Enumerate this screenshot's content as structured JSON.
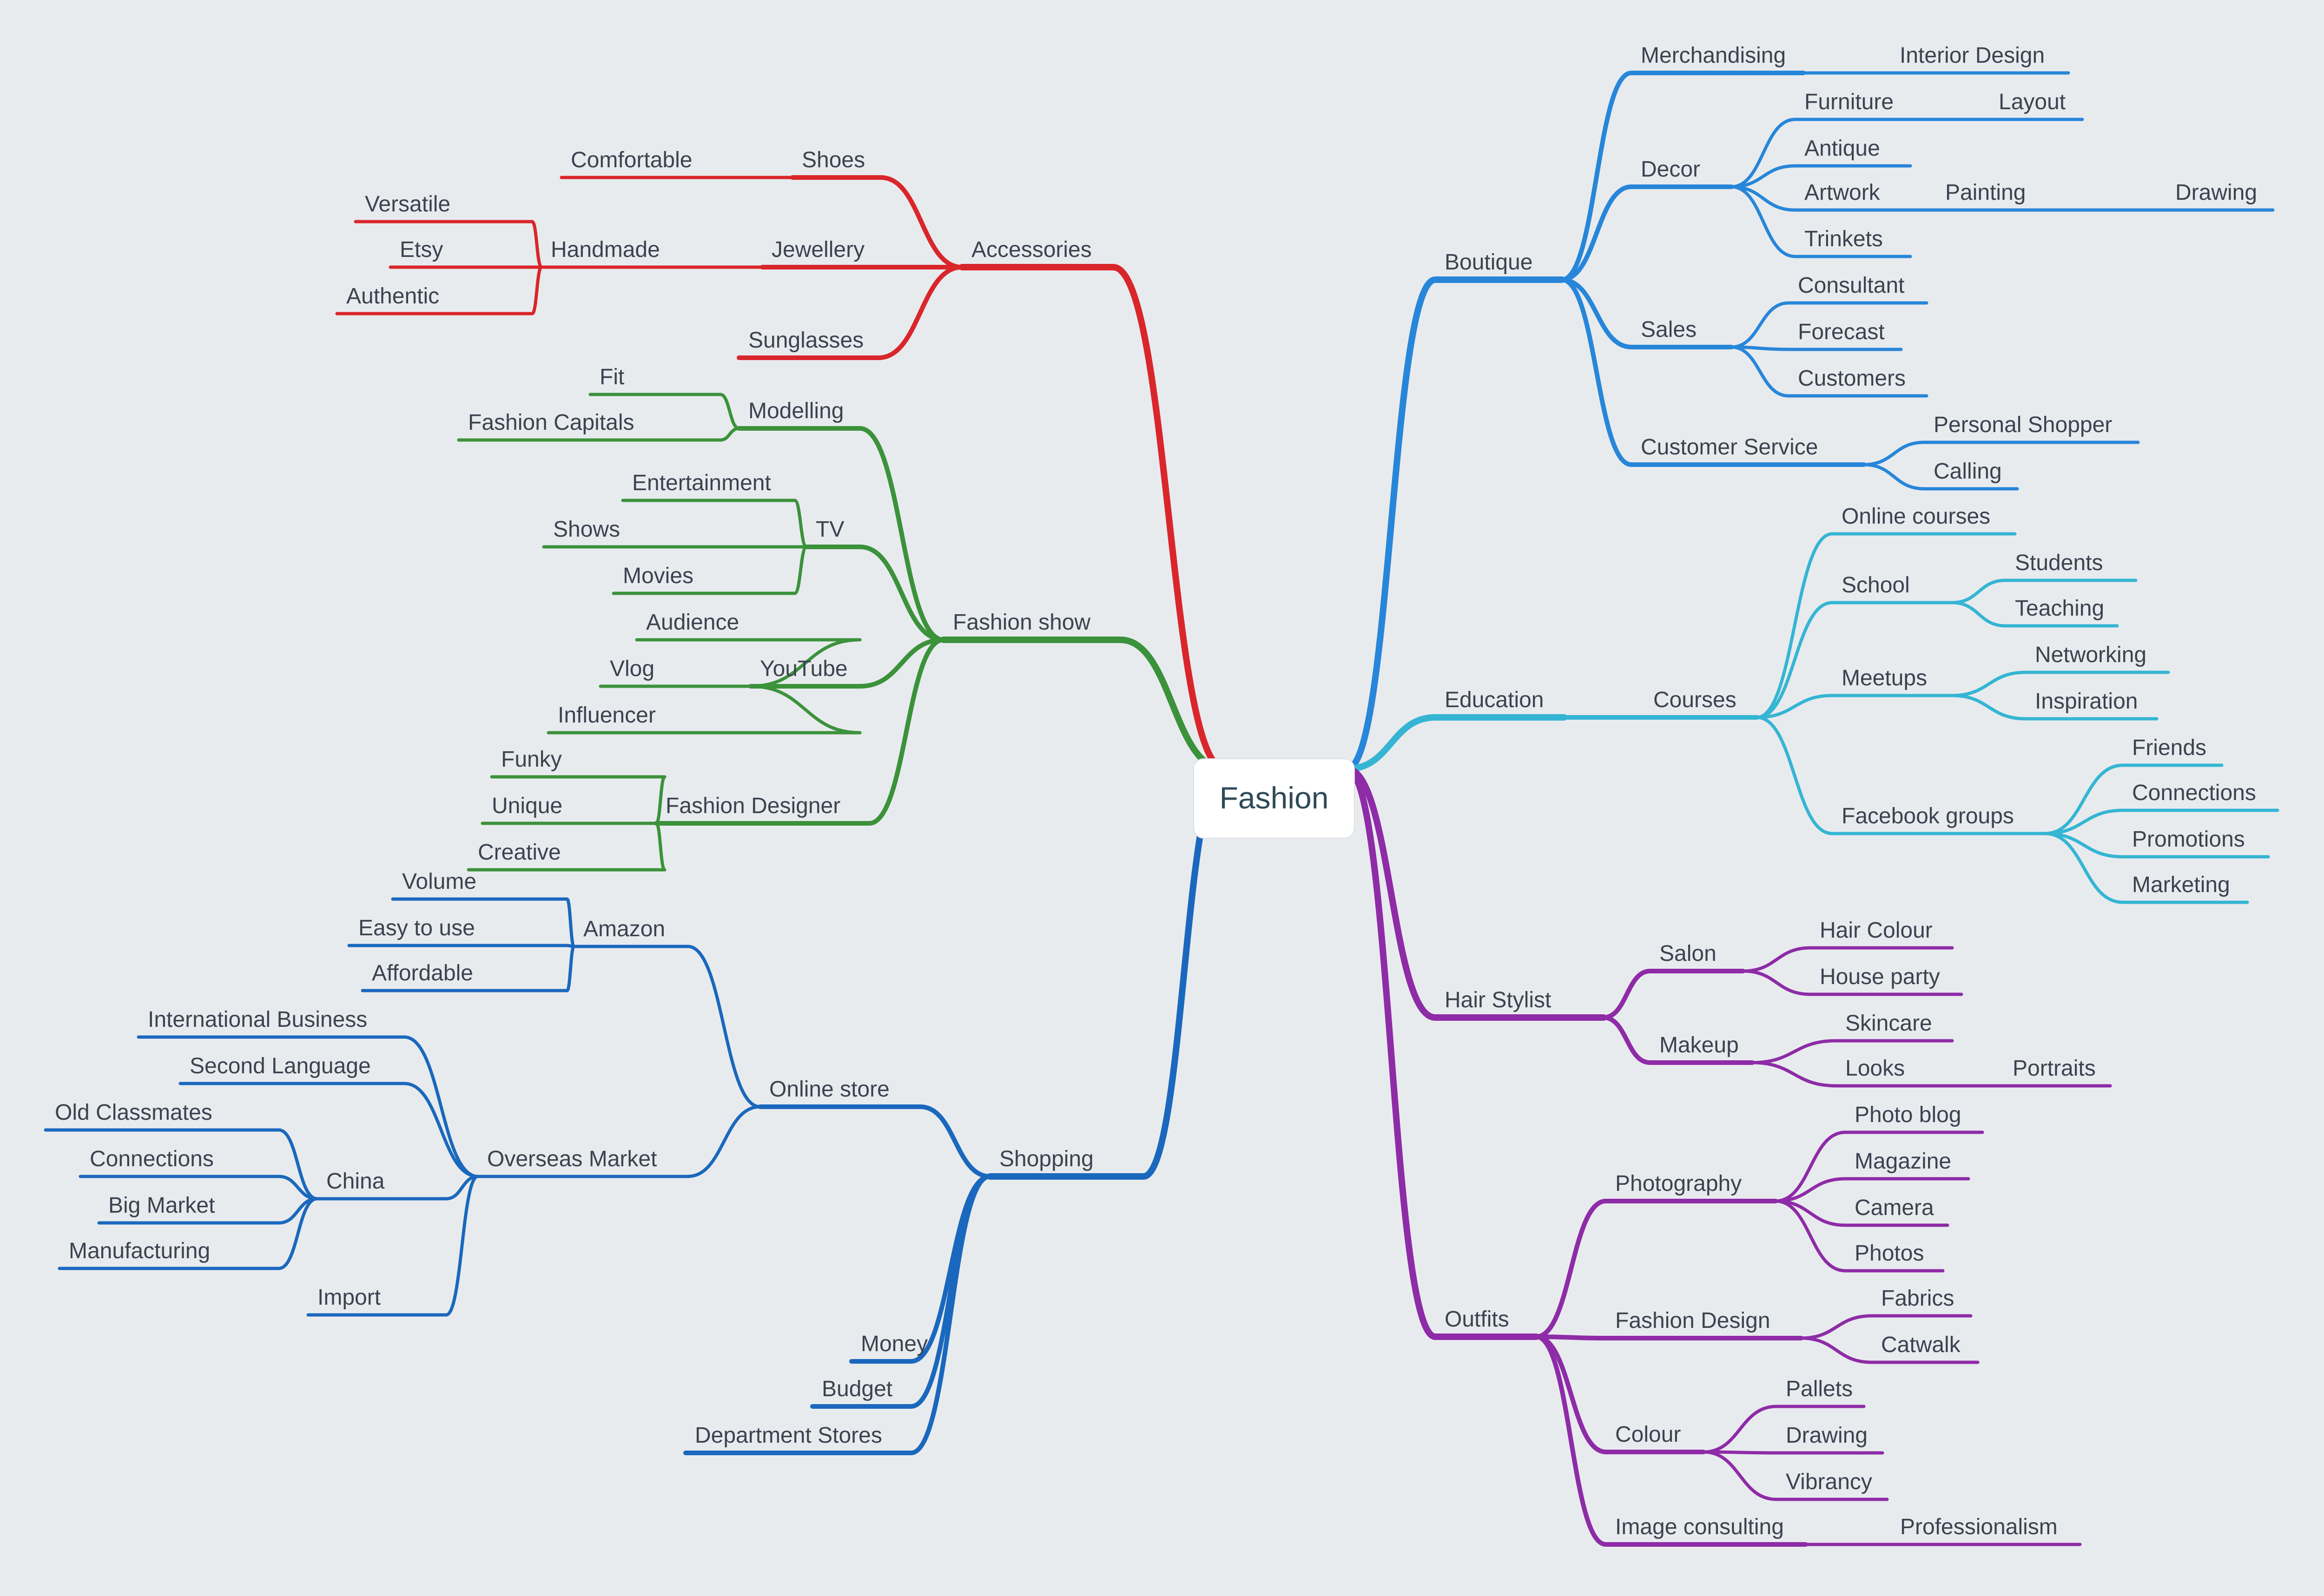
{
  "root": "Fashion",
  "colors": {
    "background": "#e8ebee",
    "accessories": "#d9262b",
    "fashion_show": "#3b923b",
    "shopping": "#1a68bd",
    "boutique": "#2786d9",
    "education": "#35b5d3",
    "hair_stylist": "#8e2ba7",
    "outfits": "#8e2ba7"
  },
  "branches": [
    {
      "label": "Accessories",
      "color": "#d9262b",
      "children": [
        {
          "label": "Shoes",
          "children": [
            {
              "label": "Comfortable"
            }
          ]
        },
        {
          "label": "Jewellery",
          "children": [
            {
              "label": "Handmade",
              "children": [
                {
                  "label": "Versatile"
                },
                {
                  "label": "Etsy"
                },
                {
                  "label": "Authentic"
                }
              ]
            }
          ]
        },
        {
          "label": "Sunglasses"
        }
      ]
    },
    {
      "label": "Fashion show",
      "color": "#3b923b",
      "children": [
        {
          "label": "Modelling",
          "children": [
            {
              "label": "Fit"
            },
            {
              "label": "Fashion Capitals"
            }
          ]
        },
        {
          "label": "TV",
          "children": [
            {
              "label": "Shows"
            },
            {
              "label": "Entertainment"
            },
            {
              "label": "Movies"
            }
          ]
        },
        {
          "label": "YouTube",
          "children": [
            {
              "label": "Audience"
            },
            {
              "label": "Vlog"
            },
            {
              "label": "Influencer"
            }
          ]
        },
        {
          "label": "Fashion Designer",
          "children": [
            {
              "label": "Funky"
            },
            {
              "label": "Unique"
            },
            {
              "label": "Creative"
            }
          ]
        }
      ]
    },
    {
      "label": "Shopping",
      "color": "#1a68bd",
      "children": [
        {
          "label": "Online store",
          "children": [
            {
              "label": "Amazon",
              "children": [
                {
                  "label": "Volume"
                },
                {
                  "label": "Easy to use"
                },
                {
                  "label": "Affordable"
                }
              ]
            },
            {
              "label": "Overseas Market",
              "children": [
                {
                  "label": "International Business"
                },
                {
                  "label": "Second Language"
                },
                {
                  "label": "China",
                  "children": [
                    {
                      "label": "Old Classmates"
                    },
                    {
                      "label": "Connections"
                    },
                    {
                      "label": "Big Market"
                    },
                    {
                      "label": "Manufacturing"
                    }
                  ]
                },
                {
                  "label": "Import"
                }
              ]
            }
          ]
        },
        {
          "label": "Money"
        },
        {
          "label": "Budget"
        },
        {
          "label": "Department Stores"
        }
      ]
    },
    {
      "label": "Boutique",
      "color": "#2786d9",
      "children": [
        {
          "label": "Merchandising",
          "children": [
            {
              "label": "Interior Design"
            }
          ]
        },
        {
          "label": "Decor",
          "children": [
            {
              "label": "Furniture",
              "children": [
                {
                  "label": "Layout"
                }
              ]
            },
            {
              "label": "Antique"
            },
            {
              "label": "Artwork",
              "children": [
                {
                  "label": "Painting",
                  "children": [
                    {
                      "label": "Drawing"
                    }
                  ]
                }
              ]
            },
            {
              "label": "Trinkets"
            }
          ]
        },
        {
          "label": "Sales",
          "children": [
            {
              "label": "Consultant"
            },
            {
              "label": "Forecast"
            },
            {
              "label": "Customers"
            }
          ]
        },
        {
          "label": "Customer Service",
          "children": [
            {
              "label": "Personal Shopper"
            },
            {
              "label": "Calling"
            }
          ]
        }
      ]
    },
    {
      "label": "Education",
      "color": "#35b5d3",
      "children": [
        {
          "label": "Courses",
          "children": [
            {
              "label": "Online courses"
            },
            {
              "label": "School",
              "children": [
                {
                  "label": "Students"
                },
                {
                  "label": "Teaching"
                }
              ]
            },
            {
              "label": "Meetups",
              "children": [
                {
                  "label": "Networking"
                },
                {
                  "label": "Inspiration"
                }
              ]
            },
            {
              "label": "Facebook groups",
              "children": [
                {
                  "label": "Friends"
                },
                {
                  "label": "Connections"
                },
                {
                  "label": "Promotions"
                },
                {
                  "label": "Marketing"
                }
              ]
            }
          ]
        }
      ]
    },
    {
      "label": "Hair Stylist",
      "color": "#8e2ba7",
      "children": [
        {
          "label": "Salon",
          "children": [
            {
              "label": "Hair Colour"
            },
            {
              "label": "House party"
            }
          ]
        },
        {
          "label": "Makeup",
          "children": [
            {
              "label": "Skincare"
            },
            {
              "label": "Looks",
              "children": [
                {
                  "label": "Portraits"
                }
              ]
            }
          ]
        }
      ]
    },
    {
      "label": "Outfits",
      "color": "#8e2ba7",
      "children": [
        {
          "label": "Photography",
          "children": [
            {
              "label": "Photo blog"
            },
            {
              "label": "Magazine"
            },
            {
              "label": "Camera"
            },
            {
              "label": "Photos"
            }
          ]
        },
        {
          "label": "Fashion Design",
          "children": [
            {
              "label": "Fabrics"
            },
            {
              "label": "Catwalk"
            }
          ]
        },
        {
          "label": "Colour",
          "children": [
            {
              "label": "Pallets"
            },
            {
              "label": "Drawing"
            },
            {
              "label": "Vibrancy"
            }
          ]
        },
        {
          "label": "Image consulting",
          "children": [
            {
              "label": "Professionalism"
            }
          ]
        }
      ]
    }
  ]
}
